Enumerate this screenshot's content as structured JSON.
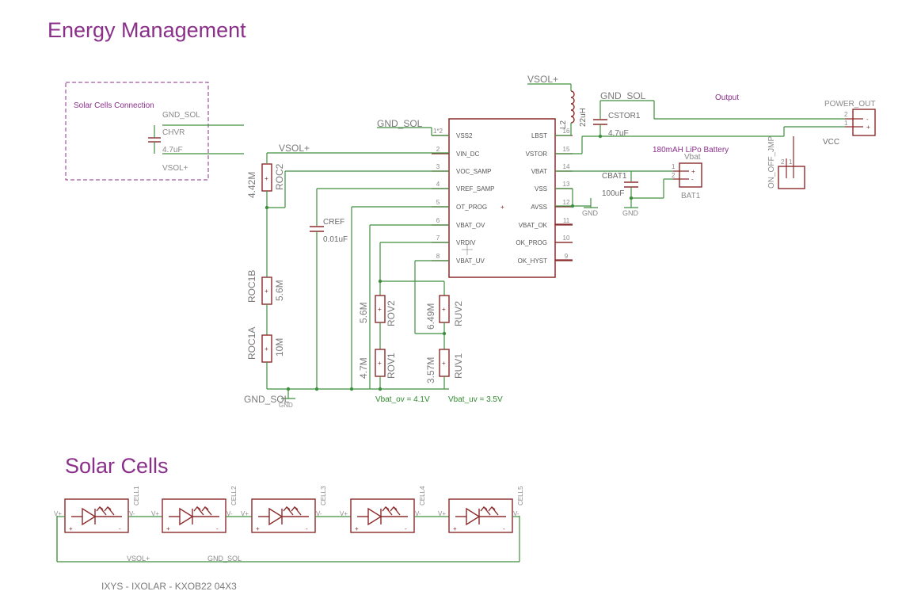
{
  "titles": {
    "energy": "Energy Management",
    "solar": "Solar Cells",
    "panel_part": "IXYS - IXOLAR -  KXOB22 04X3"
  },
  "conn_box": {
    "label": "Solar Cells Connection",
    "gnd": "GND_SOL",
    "chvr": "CHVR",
    "chvr_val": "4.7uF",
    "vsol": "VSOL+"
  },
  "ic": {
    "left_pins": [
      {
        "num": "1*2",
        "name": "VSS2"
      },
      {
        "num": "2",
        "name": "VIN_DC"
      },
      {
        "num": "3",
        "name": "VOC_SAMP"
      },
      {
        "num": "4",
        "name": "VREF_SAMP"
      },
      {
        "num": "5",
        "name": "OT_PROG"
      },
      {
        "num": "6",
        "name": "VBAT_OV"
      },
      {
        "num": "7",
        "name": "VRDIV"
      },
      {
        "num": "8",
        "name": "VBAT_UV"
      }
    ],
    "right_pins": [
      {
        "num": "16",
        "name": "LBST"
      },
      {
        "num": "15",
        "name": "VSTOR"
      },
      {
        "num": "14",
        "name": "VBAT"
      },
      {
        "num": "13",
        "name": "VSS"
      },
      {
        "num": "12",
        "name": "AVSS"
      },
      {
        "num": "11",
        "name": "VBAT_OK"
      },
      {
        "num": "10",
        "name": "OK_PROG"
      },
      {
        "num": "9",
        "name": "OK_HYST"
      }
    ]
  },
  "nets": {
    "vsol_top": "VSOL+",
    "vsol_left": "VSOL+",
    "gnd_sol_top": "GND_SOL",
    "gnd_sol_cstor": "GND_SOL",
    "gnd_sol_bottom": "GND_SOL",
    "gnd_bottom": "GND",
    "gnd_avss": "GND",
    "gnd_cbat": "GND",
    "output": "Output",
    "vcc": "VCC",
    "vsol_cells": "VSOL+",
    "gnd_sol_cells": "GND_SOL"
  },
  "parts": {
    "l2": "L2",
    "l2_val": "22uH",
    "cstor": "CSTOR1",
    "cstor_val": "4.7uF",
    "cbat": "CBAT1",
    "cbat_val": "100uF",
    "battery_desc": "180mAH LiPo Battery",
    "bat_value": "Vbat",
    "bat_name": "BAT1",
    "bat_pin1": "1",
    "bat_pin2": "2",
    "power_out": "POWER_OUT",
    "pout_pin2": "2",
    "pout_pin1": "1",
    "jumper": "ON_OFF_JMP",
    "jmp_pin2": "2",
    "jmp_pin1": "1",
    "roc2": "ROC2",
    "roc2_val": "4.42M",
    "cref": "CREF",
    "cref_val": "0.01uF",
    "roc1b": "ROC1B",
    "roc1b_val": "5.6M",
    "roc1a": "ROC1A",
    "roc1a_val": "10M",
    "rov2": "ROV2",
    "rov2_val": "5.6M",
    "rov1": "ROV1",
    "rov1_val": "4.7M",
    "ruv2": "RUV2",
    "ruv2_val": "6.49M",
    "ruv1": "RUV1",
    "ruv1_val": "3.57M"
  },
  "notes": {
    "vbat_ov": "Vbat_ov = 4.1V",
    "vbat_uv": "Vbat_uv = 3.5V"
  },
  "cells": [
    {
      "name": "CELL1"
    },
    {
      "name": "CELL2"
    },
    {
      "name": "CELL3"
    },
    {
      "name": "CELL4"
    },
    {
      "name": "CELL5"
    }
  ],
  "cell_pins": {
    "vplus": "V+",
    "vminus": "V-",
    "plus": "+",
    "minus": "-"
  },
  "colors": {
    "wire": "#3f8f3f",
    "part": "#8b2b2b",
    "title": "#8a2f8a",
    "text": "#7a7a7a"
  }
}
